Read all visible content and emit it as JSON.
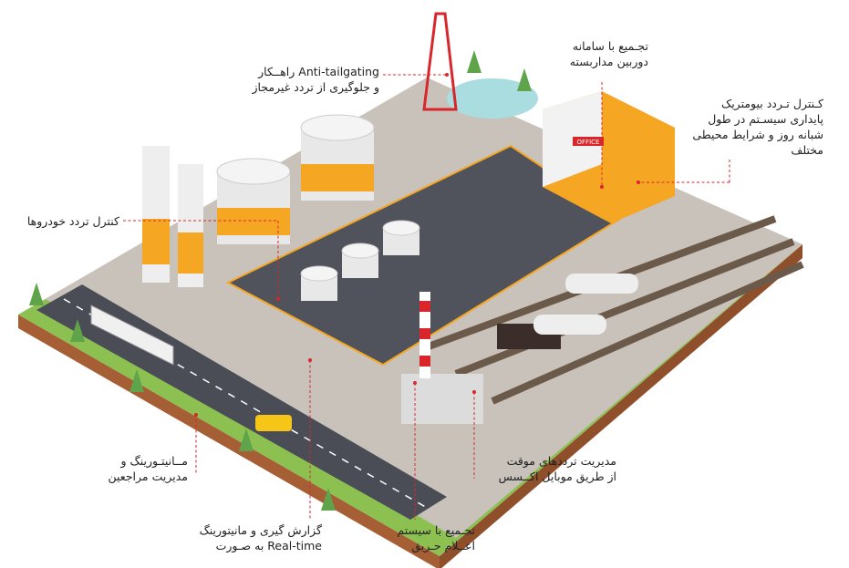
{
  "callouts": {
    "anti_tailgating": {
      "line1": "Anti-tailgating راهــکار",
      "line2": "و جلوگیری از تردد غیرمجاز"
    },
    "cctv": {
      "line1": "تجـمیع با سامانه",
      "line2": "دوربین مداربسته"
    },
    "biometric": {
      "line1": "کـنترل تـردد بیومتریک",
      "line2": "پایداری سیسـتم در طول",
      "line3": "شبانه روز و شرایط محیطی",
      "line4": "مختلف"
    },
    "vehicle": {
      "line1": "کنترل تردد خودروها"
    },
    "visitors": {
      "line1": "مــانیتـورینگ و",
      "line2": "مدیریت مراجعین"
    },
    "temporary": {
      "line1": "مدیریت ترددهای موقت",
      "line2": "از طریق موبایل اکــسس"
    },
    "fire": {
      "line1": "تجـمیع با سیستم",
      "line2": "اعــلام حـریق"
    },
    "realtime": {
      "line1": "گزارش گیری و مانیتورینگ",
      "line2": "Real-time به صـورت"
    }
  },
  "scene": {
    "office_sign": "OFFICE",
    "colors": {
      "accent": "#d9262c",
      "orange": "#f5a623",
      "grass": "#8cc152",
      "soil": "#b56a3a",
      "asphalt": "#4a4d55",
      "ground": "#c9c4bd"
    }
  }
}
